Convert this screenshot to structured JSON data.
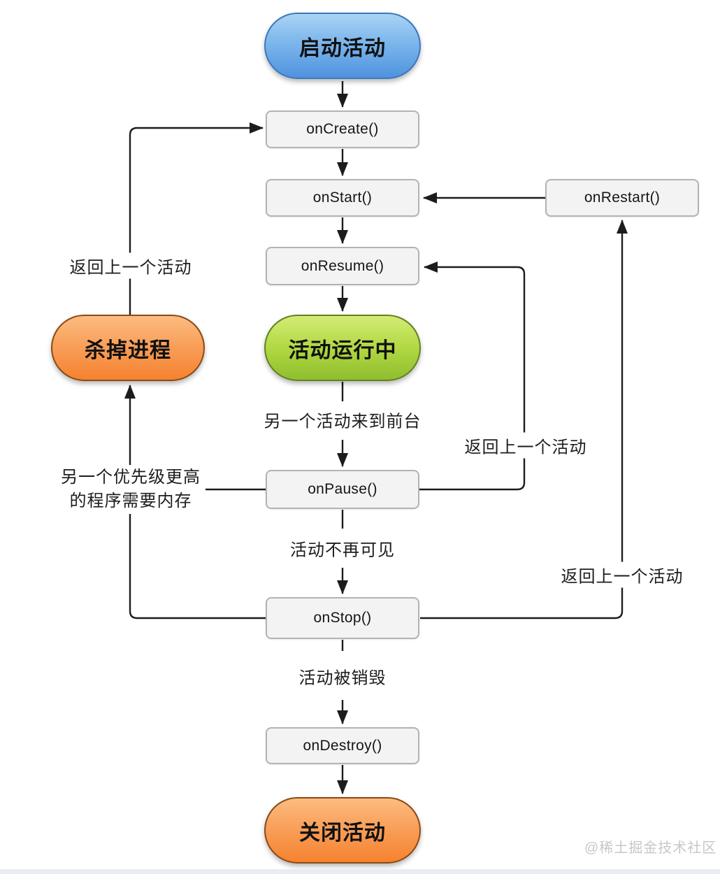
{
  "diagram": {
    "nodes": {
      "start": {
        "label": "启动活动"
      },
      "oncreate": {
        "label": "onCreate()"
      },
      "onstart": {
        "label": "onStart()"
      },
      "onrestart": {
        "label": "onRestart()"
      },
      "onresume": {
        "label": "onResume()"
      },
      "running": {
        "label": "活动运行中"
      },
      "kill": {
        "label": "杀掉进程"
      },
      "onpause": {
        "label": "onPause()"
      },
      "onstop": {
        "label": "onStop()"
      },
      "ondestroy": {
        "label": "onDestroy()"
      },
      "close": {
        "label": "关闭活动"
      }
    },
    "edge_labels": {
      "back_to_previous_left": "返回上一个活动",
      "priority_line1": "另一个优先级更高",
      "priority_line2": "的程序需要内存",
      "another_to_foreground": "另一个活动来到前台",
      "back_to_previous_mid": "返回上一个活动",
      "activity_not_visible": "活动不再可见",
      "back_to_previous_right": "返回上一个活动",
      "activity_destroyed": "活动被销毁"
    },
    "colors": {
      "start_pill": "#4f93de",
      "running_pill": "#9cc93a",
      "orange_pill": "#f5832f",
      "process_box": "#f3f3f3",
      "line": "#1c1c1c"
    },
    "watermark": "@稀土掘金技术社区"
  }
}
